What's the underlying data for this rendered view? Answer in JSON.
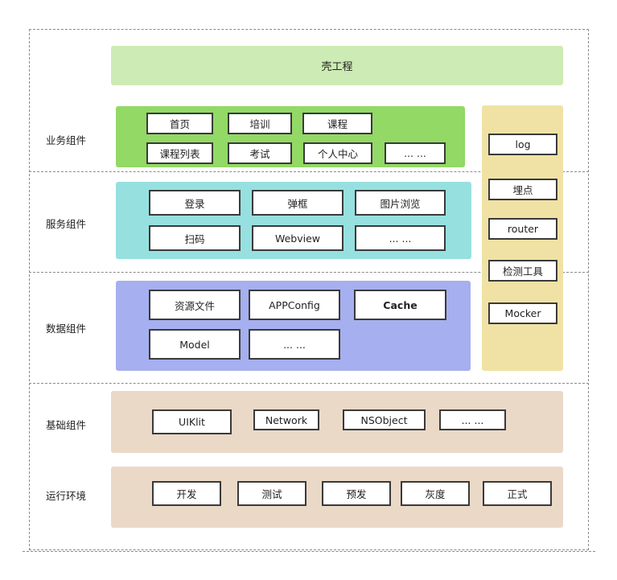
{
  "shell": {
    "label": "壳工程"
  },
  "layers": {
    "business": {
      "label": "业务组件",
      "items": [
        "首页",
        "培训",
        "课程",
        "课程列表",
        "考试",
        "个人中心",
        "... ..."
      ]
    },
    "service": {
      "label": "服务组件",
      "items": [
        "登录",
        "弹框",
        "图片浏览",
        "扫码",
        "Webview",
        "... ..."
      ]
    },
    "data": {
      "label": "数据组件",
      "items": [
        "资源文件",
        "APPConfig",
        "Cache",
        "Model",
        "... ..."
      ]
    },
    "base": {
      "label": "基础组件",
      "items": [
        "UIKlit",
        "Network",
        "NSObject",
        "... ..."
      ]
    },
    "env": {
      "label": "运行环境",
      "items": [
        "开发",
        "测试",
        "预发",
        "灰度",
        "正式"
      ]
    }
  },
  "tools": {
    "items": [
      "log",
      "埋点",
      "router",
      "检测工具",
      "Mocker"
    ]
  },
  "colors": {
    "shell": "#cdebb4",
    "business": "#92d965",
    "service": "#97e0e0",
    "data": "#a6afef",
    "tools": "#f0e2a4",
    "base_env": "#ead9c7"
  }
}
